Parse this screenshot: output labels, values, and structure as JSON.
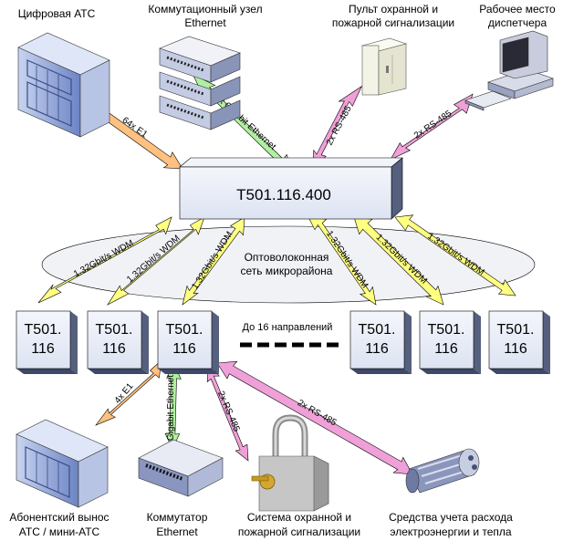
{
  "devices": {
    "digital_pbx": "Цифровая АТС",
    "ethernet_node": [
      "Коммутационный узел",
      "Ethernet"
    ],
    "security_panel": [
      "Пульт охранной и",
      "пожарной сигнализации"
    ],
    "operator_workstation": [
      "Рабочее место",
      "диспетчера"
    ],
    "remote_pbx": [
      "Абонентский вынос",
      "АТС / мини-АТС"
    ],
    "ethernet_switch": [
      "Коммутатор",
      "Ethernet"
    ],
    "security_system": [
      "Система охранной и",
      "пожарной сигнализации"
    ],
    "metering": [
      "Средства учета расхода",
      "электроэнергии и тепла"
    ]
  },
  "central_unit": "T501.116.400",
  "fiber_network": [
    "Оптоволоконная",
    "сеть микрорайона"
  ],
  "node_label_line1": "T501.",
  "node_label_line2": "116",
  "directions_note": "До 16 направлений",
  "links": {
    "e1_64": "64x E1",
    "gbe_16": "16x Gigabit Ethernet",
    "rs485_2": "2x RS-485",
    "wdm": "1.32Gbit/s WDM",
    "e1_4": "4x E1",
    "gbe": "Gigabit Ethernet"
  },
  "colors": {
    "e1": "#ffc080",
    "ethernet": "#b0f0a0",
    "rs485": "#f0a0d8",
    "wdm": "#ffff80",
    "box_face": "#e8ecf8"
  }
}
